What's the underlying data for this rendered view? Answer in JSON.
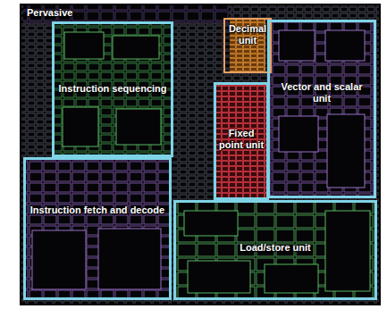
{
  "diagram": {
    "nodes": [
      {
        "text": [
          "Pervasive"
        ]
      },
      {
        "text": [
          "Decimal unit"
        ]
      },
      {
        "text": [
          "Instruction sequencing"
        ]
      },
      {
        "text": [
          "Fixed point unit"
        ]
      },
      {
        "text": [
          "Vector and scalar unit"
        ]
      },
      {
        "text": [
          "Instruction fetch and decode"
        ]
      },
      {
        "text": [
          "Load/store unit"
        ]
      }
    ]
  }
}
